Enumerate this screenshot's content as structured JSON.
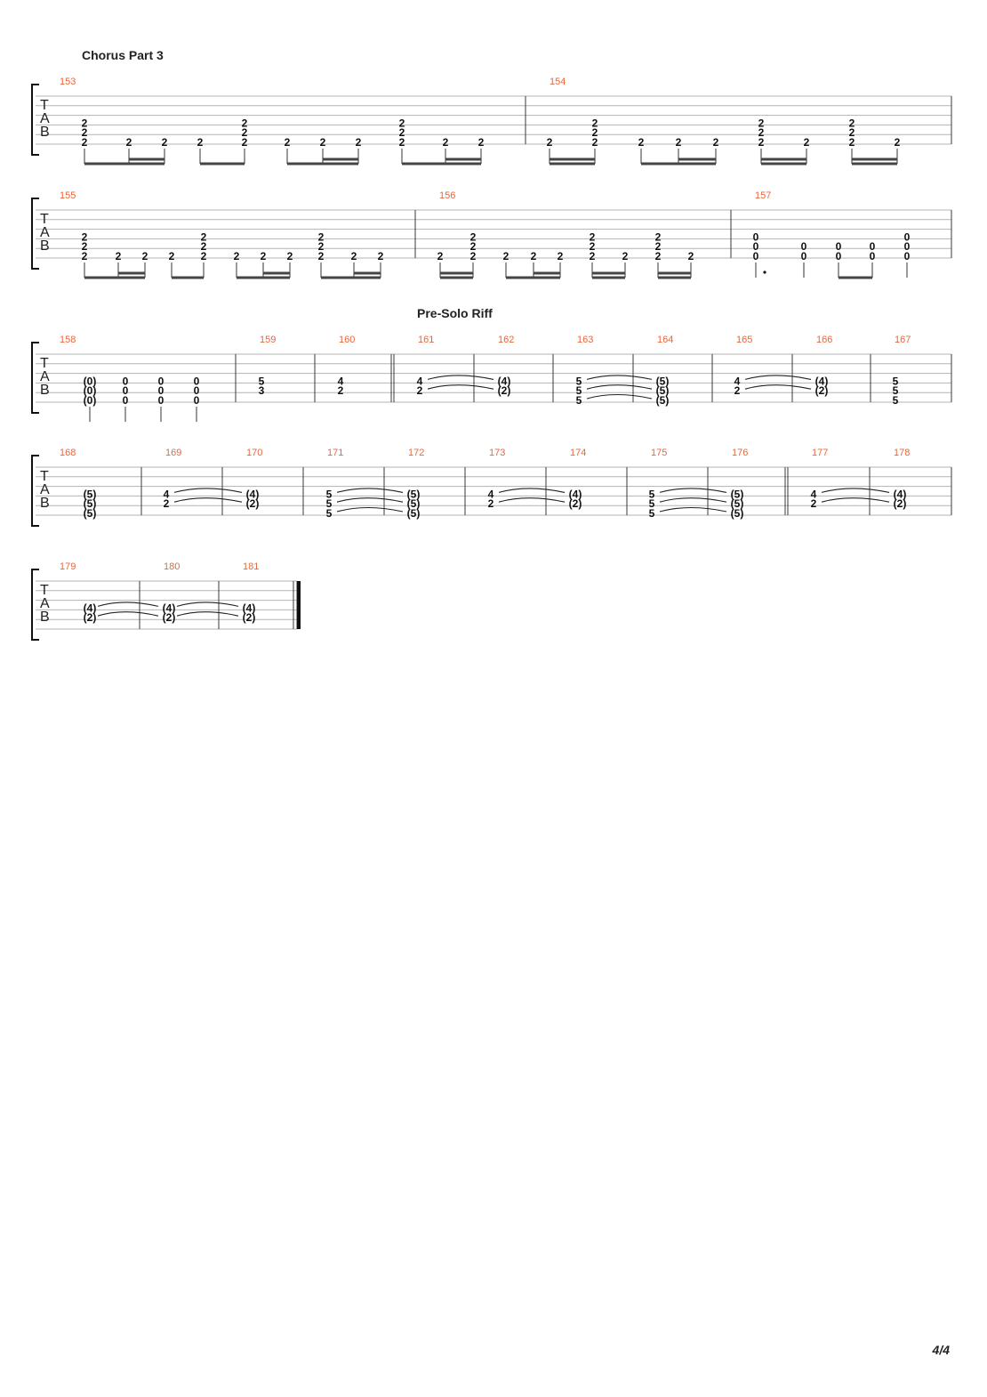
{
  "page": {
    "number_label": "4/4"
  },
  "sections": [
    {
      "label": "Chorus Part 3"
    },
    {
      "label": "Pre-Solo Riff"
    }
  ],
  "tab_letters": [
    "T",
    "A",
    "B"
  ],
  "systems": [
    {
      "section": 0,
      "measures": [
        {
          "number": "153",
          "notes": [
            {
              "f": [
                "2",
                "2",
                "2"
              ],
              "s": [
                0,
                1,
                2
              ]
            },
            {
              "f": [
                "2"
              ],
              "s": [
                2
              ]
            },
            {
              "f": [
                "2"
              ],
              "s": [
                2
              ]
            },
            {
              "f": [
                "2"
              ],
              "s": [
                2
              ]
            },
            {
              "f": [
                "2",
                "2",
                "2"
              ],
              "s": [
                0,
                1,
                2
              ]
            },
            {
              "f": [
                "2"
              ],
              "s": [
                2
              ]
            },
            {
              "f": [
                "2"
              ],
              "s": [
                2
              ]
            },
            {
              "f": [
                "2"
              ],
              "s": [
                2
              ]
            },
            {
              "f": [
                "2",
                "2",
                "2"
              ],
              "s": [
                0,
                1,
                2
              ]
            },
            {
              "f": [
                "2"
              ],
              "s": [
                2
              ]
            },
            {
              "f": [
                "2"
              ],
              "s": [
                2
              ]
            }
          ]
        },
        {
          "number": "154",
          "notes": [
            {
              "f": [
                "2"
              ],
              "s": [
                2
              ]
            },
            {
              "f": [
                "2",
                "2",
                "2"
              ],
              "s": [
                0,
                1,
                2
              ]
            },
            {
              "f": [
                "2"
              ],
              "s": [
                2
              ]
            },
            {
              "f": [
                "2"
              ],
              "s": [
                2
              ]
            },
            {
              "f": [
                "2"
              ],
              "s": [
                2
              ]
            },
            {
              "f": [
                "2",
                "2",
                "2"
              ],
              "s": [
                0,
                1,
                2
              ]
            },
            {
              "f": [
                "2"
              ],
              "s": [
                2
              ]
            },
            {
              "f": [
                "2",
                "2",
                "2"
              ],
              "s": [
                0,
                1,
                2
              ]
            },
            {
              "f": [
                "2"
              ],
              "s": [
                2
              ]
            }
          ]
        }
      ]
    },
    {
      "measures": [
        {
          "number": "155",
          "notes": [
            {
              "f": [
                "2",
                "2",
                "2"
              ],
              "s": [
                0,
                1,
                2
              ]
            },
            {
              "f": [
                "2"
              ],
              "s": [
                2
              ]
            },
            {
              "f": [
                "2"
              ],
              "s": [
                2
              ]
            },
            {
              "f": [
                "2"
              ],
              "s": [
                2
              ]
            },
            {
              "f": [
                "2",
                "2",
                "2"
              ],
              "s": [
                0,
                1,
                2
              ]
            },
            {
              "f": [
                "2"
              ],
              "s": [
                2
              ]
            },
            {
              "f": [
                "2"
              ],
              "s": [
                2
              ]
            },
            {
              "f": [
                "2"
              ],
              "s": [
                2
              ]
            },
            {
              "f": [
                "2",
                "2",
                "2"
              ],
              "s": [
                0,
                1,
                2
              ]
            },
            {
              "f": [
                "2"
              ],
              "s": [
                2
              ]
            },
            {
              "f": [
                "2"
              ],
              "s": [
                2
              ]
            }
          ]
        },
        {
          "number": "156",
          "notes": [
            {
              "f": [
                "2"
              ],
              "s": [
                2
              ]
            },
            {
              "f": [
                "2",
                "2",
                "2"
              ],
              "s": [
                0,
                1,
                2
              ]
            },
            {
              "f": [
                "2"
              ],
              "s": [
                2
              ]
            },
            {
              "f": [
                "2"
              ],
              "s": [
                2
              ]
            },
            {
              "f": [
                "2"
              ],
              "s": [
                2
              ]
            },
            {
              "f": [
                "2",
                "2",
                "2"
              ],
              "s": [
                0,
                1,
                2
              ]
            },
            {
              "f": [
                "2"
              ],
              "s": [
                2
              ]
            },
            {
              "f": [
                "2",
                "2",
                "2"
              ],
              "s": [
                0,
                1,
                2
              ]
            },
            {
              "f": [
                "2"
              ],
              "s": [
                2
              ]
            }
          ]
        },
        {
          "number": "157",
          "notes": [
            {
              "f": [
                "0",
                "0",
                "0"
              ],
              "s": [
                0,
                1,
                2
              ]
            },
            {
              "f": [
                "0",
                "0"
              ],
              "s": [
                1,
                2
              ]
            },
            {
              "f": [
                "0",
                "0"
              ],
              "s": [
                1,
                2
              ]
            },
            {
              "f": [
                "0",
                "0"
              ],
              "s": [
                1,
                2
              ]
            },
            {
              "f": [
                "0",
                "0",
                "0"
              ],
              "s": [
                0,
                1,
                2
              ]
            }
          ]
        }
      ]
    },
    {
      "section": 1,
      "measures": [
        {
          "number": "158",
          "notes": [
            {
              "f": [
                "(0)",
                "(0)",
                "(0)"
              ],
              "s": [
                0,
                1,
                2
              ]
            },
            {
              "f": [
                "0",
                "0",
                "0"
              ],
              "s": [
                0,
                1,
                2
              ]
            },
            {
              "f": [
                "0",
                "0",
                "0"
              ],
              "s": [
                0,
                1,
                2
              ]
            },
            {
              "f": [
                "0",
                "0",
                "0"
              ],
              "s": [
                0,
                1,
                2
              ]
            }
          ]
        },
        {
          "number": "159",
          "notes": [
            {
              "f": [
                "5",
                "3"
              ],
              "s": [
                0,
                1
              ]
            }
          ]
        },
        {
          "number": "160",
          "notes": [
            {
              "f": [
                "4",
                "2"
              ],
              "s": [
                0,
                1
              ]
            }
          ]
        },
        {
          "number": "161",
          "notes": [
            {
              "f": [
                "4",
                "2"
              ],
              "s": [
                0,
                1
              ]
            }
          ]
        },
        {
          "number": "162",
          "notes": [
            {
              "f": [
                "(4)",
                "(2)"
              ],
              "s": [
                0,
                1
              ]
            }
          ]
        },
        {
          "number": "163",
          "notes": [
            {
              "f": [
                "5",
                "5",
                "5"
              ],
              "s": [
                0,
                1,
                2
              ]
            }
          ]
        },
        {
          "number": "164",
          "notes": [
            {
              "f": [
                "(5)",
                "(5)",
                "(5)"
              ],
              "s": [
                0,
                1,
                2
              ]
            }
          ]
        },
        {
          "number": "165",
          "notes": [
            {
              "f": [
                "4",
                "2"
              ],
              "s": [
                0,
                1
              ]
            }
          ]
        },
        {
          "number": "166",
          "notes": [
            {
              "f": [
                "(4)",
                "(2)"
              ],
              "s": [
                0,
                1
              ]
            }
          ]
        },
        {
          "number": "167",
          "notes": [
            {
              "f": [
                "5",
                "5",
                "5"
              ],
              "s": [
                0,
                1,
                2
              ]
            }
          ]
        }
      ]
    },
    {
      "measures": [
        {
          "number": "168",
          "notes": [
            {
              "f": [
                "(5)",
                "(5)",
                "(5)"
              ],
              "s": [
                0,
                1,
                2
              ]
            }
          ]
        },
        {
          "number": "169",
          "notes": [
            {
              "f": [
                "4",
                "2"
              ],
              "s": [
                0,
                1
              ]
            }
          ]
        },
        {
          "number": "170",
          "notes": [
            {
              "f": [
                "(4)",
                "(2)"
              ],
              "s": [
                0,
                1
              ]
            }
          ]
        },
        {
          "number": "171",
          "notes": [
            {
              "f": [
                "5",
                "5",
                "5"
              ],
              "s": [
                0,
                1,
                2
              ]
            }
          ]
        },
        {
          "number": "172",
          "notes": [
            {
              "f": [
                "(5)",
                "(5)",
                "(5)"
              ],
              "s": [
                0,
                1,
                2
              ]
            }
          ]
        },
        {
          "number": "173",
          "notes": [
            {
              "f": [
                "4",
                "2"
              ],
              "s": [
                0,
                1
              ]
            }
          ]
        },
        {
          "number": "174",
          "notes": [
            {
              "f": [
                "(4)",
                "(2)"
              ],
              "s": [
                0,
                1
              ]
            }
          ]
        },
        {
          "number": "175",
          "notes": [
            {
              "f": [
                "5",
                "5",
                "5"
              ],
              "s": [
                0,
                1,
                2
              ]
            }
          ]
        },
        {
          "number": "176",
          "notes": [
            {
              "f": [
                "(5)",
                "(5)",
                "(5)"
              ],
              "s": [
                0,
                1,
                2
              ]
            }
          ]
        },
        {
          "number": "177",
          "notes": [
            {
              "f": [
                "4",
                "2"
              ],
              "s": [
                0,
                1
              ]
            }
          ]
        },
        {
          "number": "178",
          "notes": [
            {
              "f": [
                "(4)",
                "(2)"
              ],
              "s": [
                0,
                1
              ]
            }
          ]
        }
      ]
    },
    {
      "measures": [
        {
          "number": "179",
          "notes": [
            {
              "f": [
                "(4)",
                "(2)"
              ],
              "s": [
                0,
                1
              ]
            }
          ]
        },
        {
          "number": "180",
          "notes": [
            {
              "f": [
                "(4)",
                "(2)"
              ],
              "s": [
                0,
                1
              ]
            }
          ]
        },
        {
          "number": "181",
          "notes": [
            {
              "f": [
                "(4)",
                "(2)"
              ],
              "s": [
                0,
                1
              ]
            }
          ]
        }
      ]
    }
  ]
}
